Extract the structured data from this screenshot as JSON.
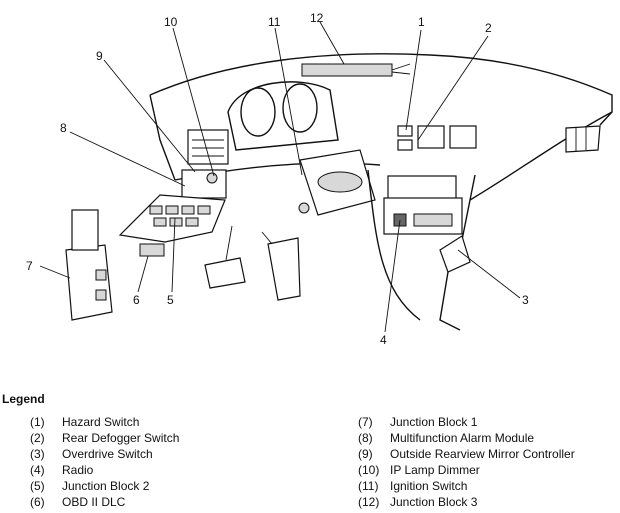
{
  "diagram": {
    "callouts": [
      {
        "id": "c1",
        "label": "1"
      },
      {
        "id": "c2",
        "label": "2"
      },
      {
        "id": "c3",
        "label": "3"
      },
      {
        "id": "c4",
        "label": "4"
      },
      {
        "id": "c5",
        "label": "5"
      },
      {
        "id": "c6",
        "label": "6"
      },
      {
        "id": "c7",
        "label": "7"
      },
      {
        "id": "c8",
        "label": "8"
      },
      {
        "id": "c9",
        "label": "9"
      },
      {
        "id": "c10",
        "label": "10"
      },
      {
        "id": "c11",
        "label": "11"
      },
      {
        "id": "c12",
        "label": "12"
      }
    ]
  },
  "legend": {
    "title": "Legend",
    "left": [
      {
        "num": "(1)",
        "text": "Hazard Switch"
      },
      {
        "num": "(2)",
        "text": "Rear Defogger Switch"
      },
      {
        "num": "(3)",
        "text": "Overdrive Switch"
      },
      {
        "num": "(4)",
        "text": "Radio"
      },
      {
        "num": "(5)",
        "text": "Junction Block 2"
      },
      {
        "num": "(6)",
        "text": "OBD II DLC"
      }
    ],
    "right": [
      {
        "num": "(7)",
        "text": "Junction Block 1"
      },
      {
        "num": "(8)",
        "text": "Multifunction Alarm Module"
      },
      {
        "num": "(9)",
        "text": "Outside Rearview Mirror Controller"
      },
      {
        "num": "(10)",
        "text": "IP Lamp Dimmer"
      },
      {
        "num": "(11)",
        "text": "Ignition Switch"
      },
      {
        "num": "(12)",
        "text": "Junction Block 3"
      }
    ]
  }
}
